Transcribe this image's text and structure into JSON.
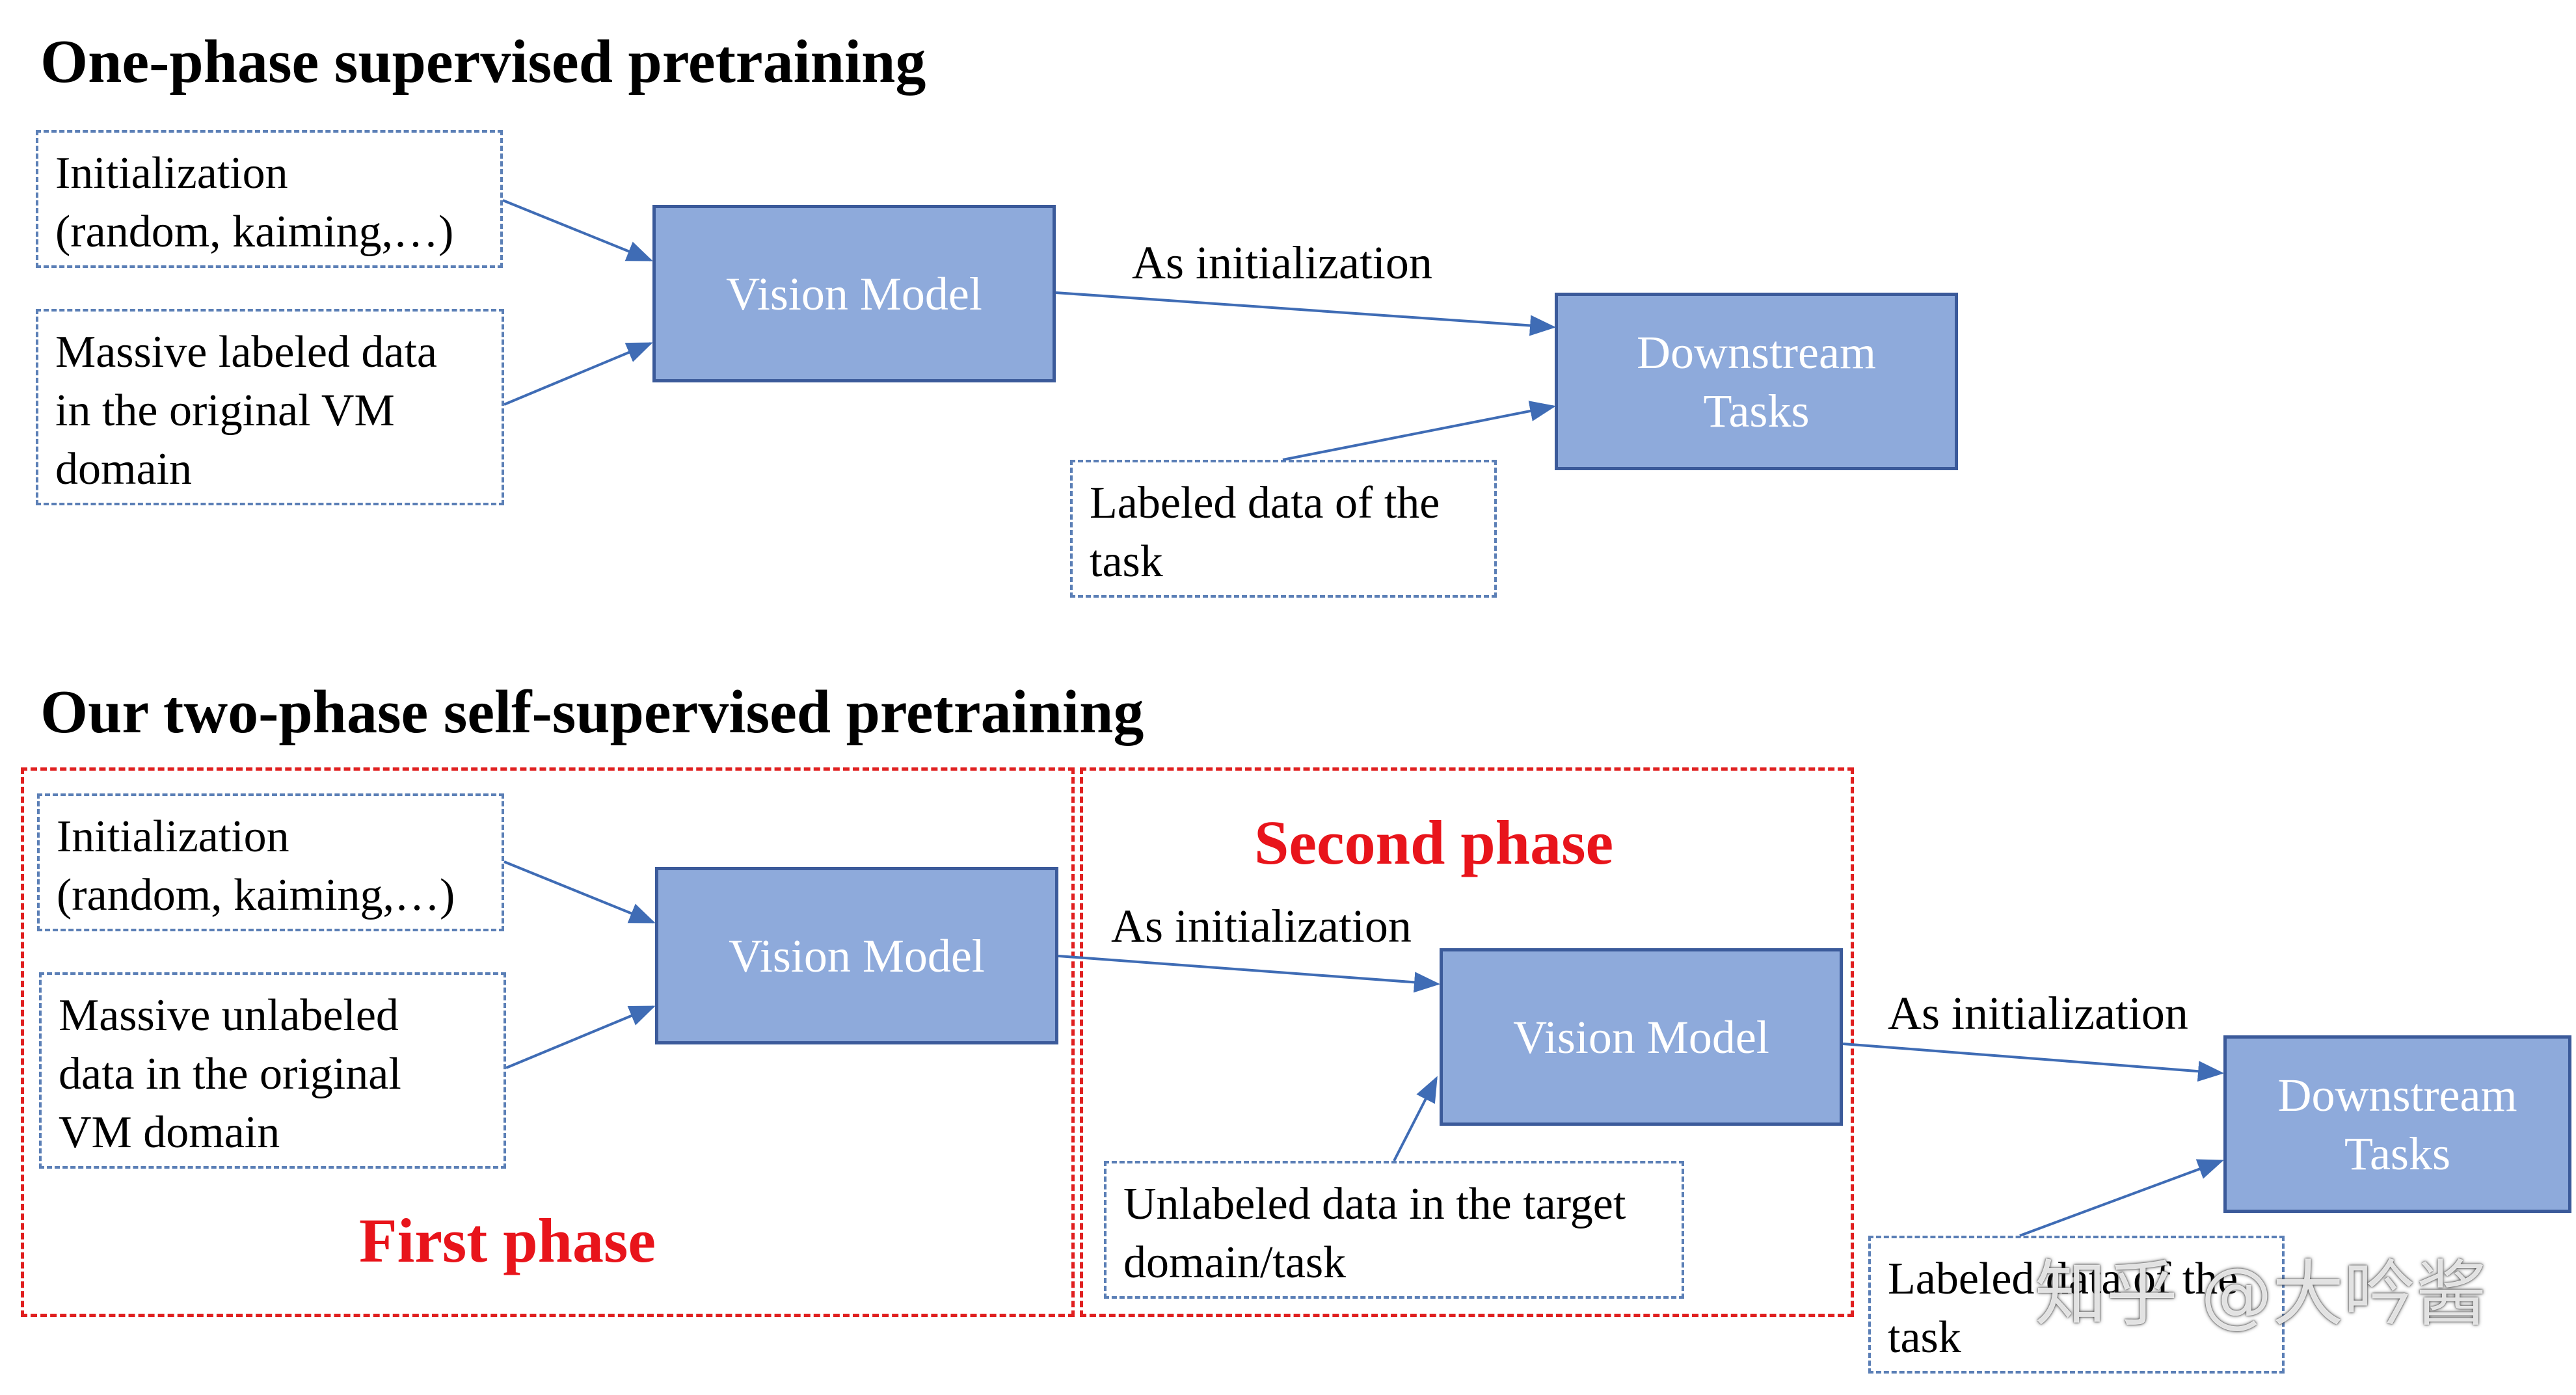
{
  "top": {
    "title": "One-phase supervised pretraining",
    "init_line1": "Initialization",
    "init_line2": "(random, kaiming,…)",
    "data_line1": "Massive labeled data",
    "data_line2": "in the original VM",
    "data_line3": "domain",
    "model": "Vision Model",
    "as_init": "As initialization",
    "downstream_line1": "Downstream",
    "downstream_line2": "Tasks",
    "task_data_line1": "Labeled data of the",
    "task_data_line2": "task"
  },
  "bottom": {
    "title": "Our two-phase self-supervised pretraining",
    "init_line1": "Initialization",
    "init_line2": "(random, kaiming,…)",
    "data_line1": "Massive unlabeled",
    "data_line2": "data in the original",
    "data_line3": "VM domain",
    "model1": "Vision Model",
    "first_phase": "First phase",
    "second_phase": "Second phase",
    "as_init1": "As initialization",
    "model2": "Vision Model",
    "target_data_line1": "Unlabeled data in the target",
    "target_data_line2": "domain/task",
    "as_init2": "As initialization",
    "downstream_line1": "Downstream",
    "downstream_line2": "Tasks",
    "task_data_line1": "Labeled data of the",
    "task_data_line2": "task"
  },
  "watermark": "知乎 @大吟酱",
  "colors": {
    "model_fill": "#8eaadb",
    "model_border": "#3b5a9a",
    "dashed_box": "#5b7fb6",
    "phase_border": "#e02020",
    "phase_text": "#e8141b",
    "arrow": "#3f6cb5"
  }
}
